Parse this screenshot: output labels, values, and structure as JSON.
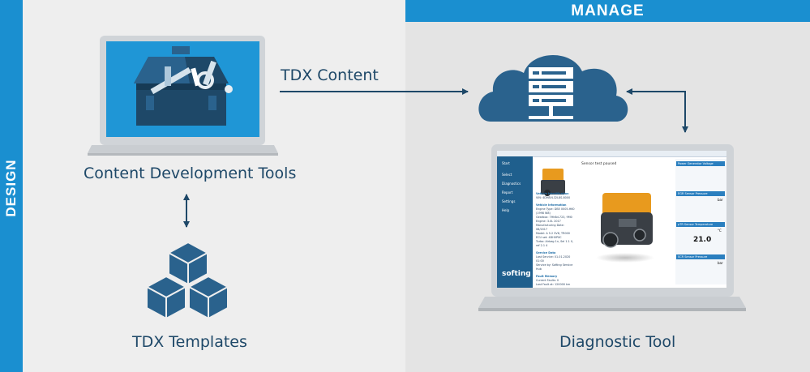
{
  "bands": {
    "design": "DESIGN",
    "manage": "MANAGE"
  },
  "captions": {
    "content_dev_tools": "Content Development Tools",
    "tdx_templates": "TDX Templates",
    "tdx_content": "TDX Content",
    "diagnostic_tool": "Diagnostic Tool"
  },
  "diagnostic_app": {
    "nav_items": [
      "Start",
      "Select",
      "Diagnostics",
      "Report",
      "Settings",
      "Help"
    ],
    "status": "Sensor test paused",
    "info_sections": [
      {
        "title": "Vehicle Identification",
        "lines": [
          "VIN: 4DH8VL32L8S-8000"
        ]
      },
      {
        "title": "Vehicle Information",
        "lines": [
          "Engine Type: DB5 0005-H60 (1998 W8)",
          "Gearbox: 7Hh8d-723, 9M0",
          "Engine: 3.0L 2017",
          "Manufacturing Date: 08/2017",
          "Model: A 5.2 SV6, TR000",
          "ECU set: 4DH0PXC",
          "Turbo: Airbag 1n, Sel 1.1 0, ref 2.1 4"
        ]
      },
      {
        "title": "Service Data",
        "lines": [
          "Last Service: 01.01.2020 01:00",
          "Service by: Softing Service Hub"
        ]
      },
      {
        "title": "Fault Memory",
        "lines": [
          "Current Faults: 0",
          "Last Fault at: 120000 km"
        ]
      }
    ],
    "gauges": [
      {
        "title": "Power Generator Voltage",
        "value": "",
        "unit": ""
      },
      {
        "title": "EGR Sensor Pressure",
        "value": "",
        "unit": "bar"
      },
      {
        "title": "pTR Sensor Temperature",
        "value": "21.0",
        "unit": "°C"
      },
      {
        "title": "SCR Sensor Pressure",
        "value": "",
        "unit": "bar"
      }
    ],
    "brand": "softing"
  },
  "colors": {
    "accent_blue": "#1a8fd0",
    "navy": "#1e4868",
    "icon_blue": "#2a628d"
  }
}
